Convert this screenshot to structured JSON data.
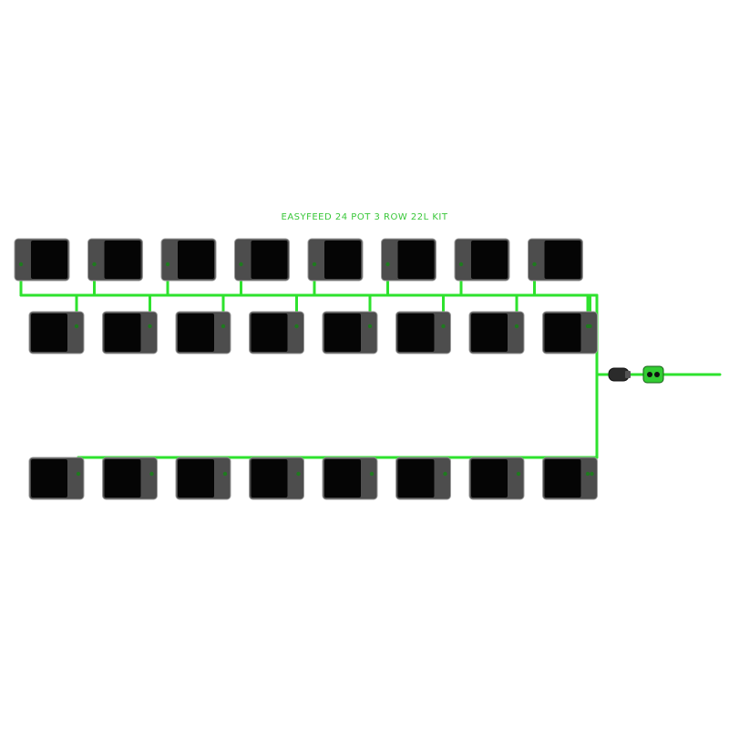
{
  "title": "EASYFEED 24 POT 3 ROW 22L KIT",
  "pot_count": 24,
  "rows": [
    {
      "name": "row-1",
      "pots": 8,
      "reservoir_side": "left",
      "feed_side": "bottom-left"
    },
    {
      "name": "row-2",
      "pots": 8,
      "reservoir_side": "right",
      "feed_side": "top-right"
    },
    {
      "name": "row-3",
      "pots": 8,
      "reservoir_side": "right",
      "feed_side": "top-right"
    }
  ],
  "colors": {
    "pot_body": "#4d4d4d",
    "pot_well": "#050505",
    "pot_outline": "#9a9a9a",
    "feed_line": "#2ee22e",
    "feed_line_dark": "#1f7a1f",
    "inline_filter": "#2b2b2b",
    "tap_connector": "#33cc33"
  },
  "icons": [
    "pot-icon",
    "inline-filter-icon",
    "tap-connector-icon",
    "feed-valve-icon"
  ]
}
